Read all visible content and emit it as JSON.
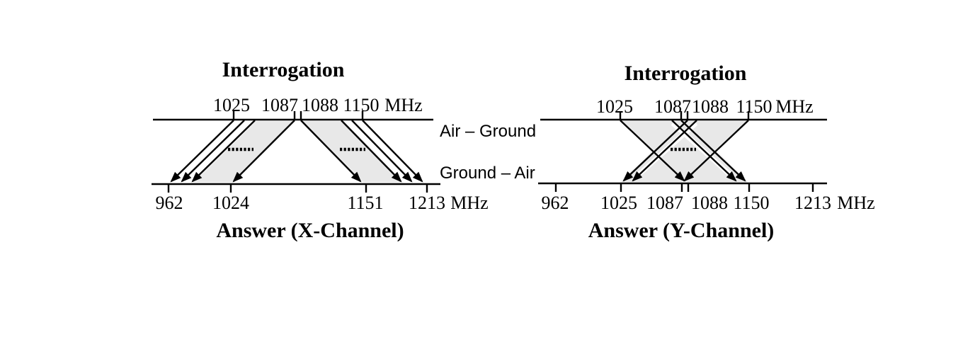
{
  "left": {
    "top_title": "Interrogation",
    "top_axis_labels": [
      "1025",
      "1087",
      "1088",
      "1150"
    ],
    "top_axis_unit": "MHz",
    "bottom_axis_labels": [
      "962",
      "1024",
      "1151",
      "1213"
    ],
    "bottom_axis_unit": "MHz",
    "bottom_title": "Answer (X-Channel)"
  },
  "right": {
    "top_title": "Interrogation",
    "top_axis_labels": [
      "1025",
      "1087",
      "1088",
      "1150"
    ],
    "top_axis_unit": "MHz",
    "bottom_axis_labels": [
      "962",
      "1025",
      "1087",
      "1088",
      "1150",
      "1213"
    ],
    "bottom_axis_unit": "MHz",
    "bottom_title": "Answer (Y-Channel)"
  },
  "middle": {
    "air_ground": "Air – Ground",
    "ground_air": "Ground – Air"
  },
  "colors": {
    "shade": "#e8e8e8",
    "ink": "#000000",
    "background": "#ffffff"
  },
  "mappings": {
    "x_channel": [
      {
        "interrogation_mhz": [
          1025,
          1087
        ],
        "answer_mhz": [
          962,
          1024
        ]
      },
      {
        "interrogation_mhz": [
          1088,
          1150
        ],
        "answer_mhz": [
          1151,
          1213
        ]
      }
    ],
    "y_channel": [
      {
        "interrogation_mhz": [
          1025,
          1087
        ],
        "answer_mhz": [
          1088,
          1150
        ]
      },
      {
        "interrogation_mhz": [
          1088,
          1150
        ],
        "answer_mhz": [
          1025,
          1087
        ]
      }
    ]
  }
}
